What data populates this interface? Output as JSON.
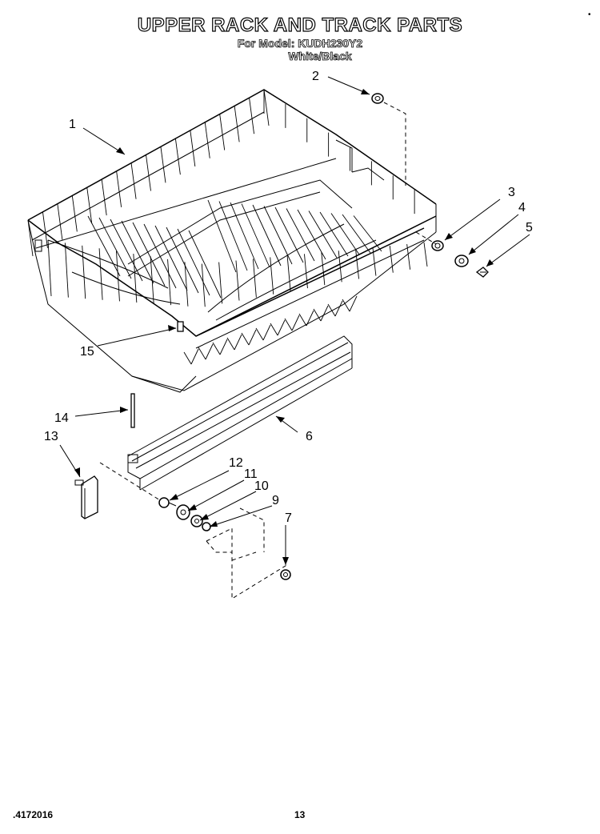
{
  "header": {
    "title": "UPPER RACK AND TRACK PARTS",
    "model_line": "For Model: KUDH230Y2",
    "color_line": "White/Black"
  },
  "callouts": [
    "1",
    "2",
    "3",
    "4",
    "5",
    "6",
    "7",
    "9",
    "10",
    "11",
    "12",
    "13",
    "14",
    "15"
  ],
  "footer": {
    "doc_number": ".4172016",
    "page_number": "13"
  }
}
